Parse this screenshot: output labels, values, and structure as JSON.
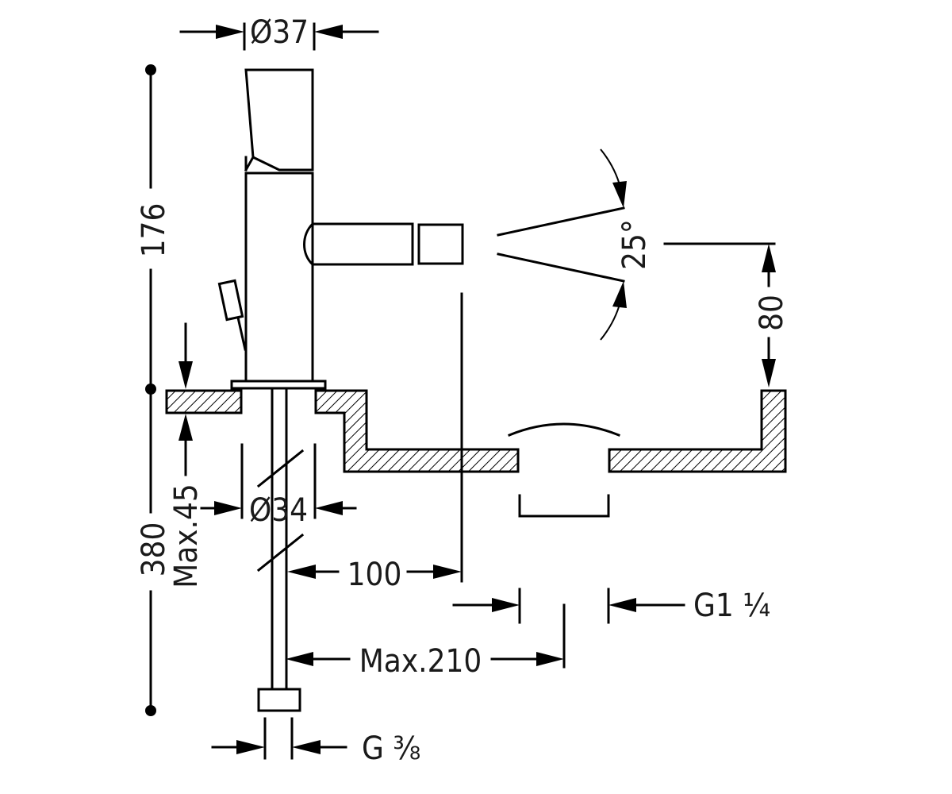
{
  "dimensions": {
    "diameter_top": "Ø37",
    "diameter_bottom": "Ø34",
    "height_upper": "176",
    "height_total": "380",
    "deck_thickness": "Max.45",
    "spout_reach": "100",
    "flexible_reach": "Max.210",
    "spray_angle": "25°",
    "spout_height": "80",
    "waste_thread": "G1 ¼",
    "supply_thread": "G ⅜"
  }
}
